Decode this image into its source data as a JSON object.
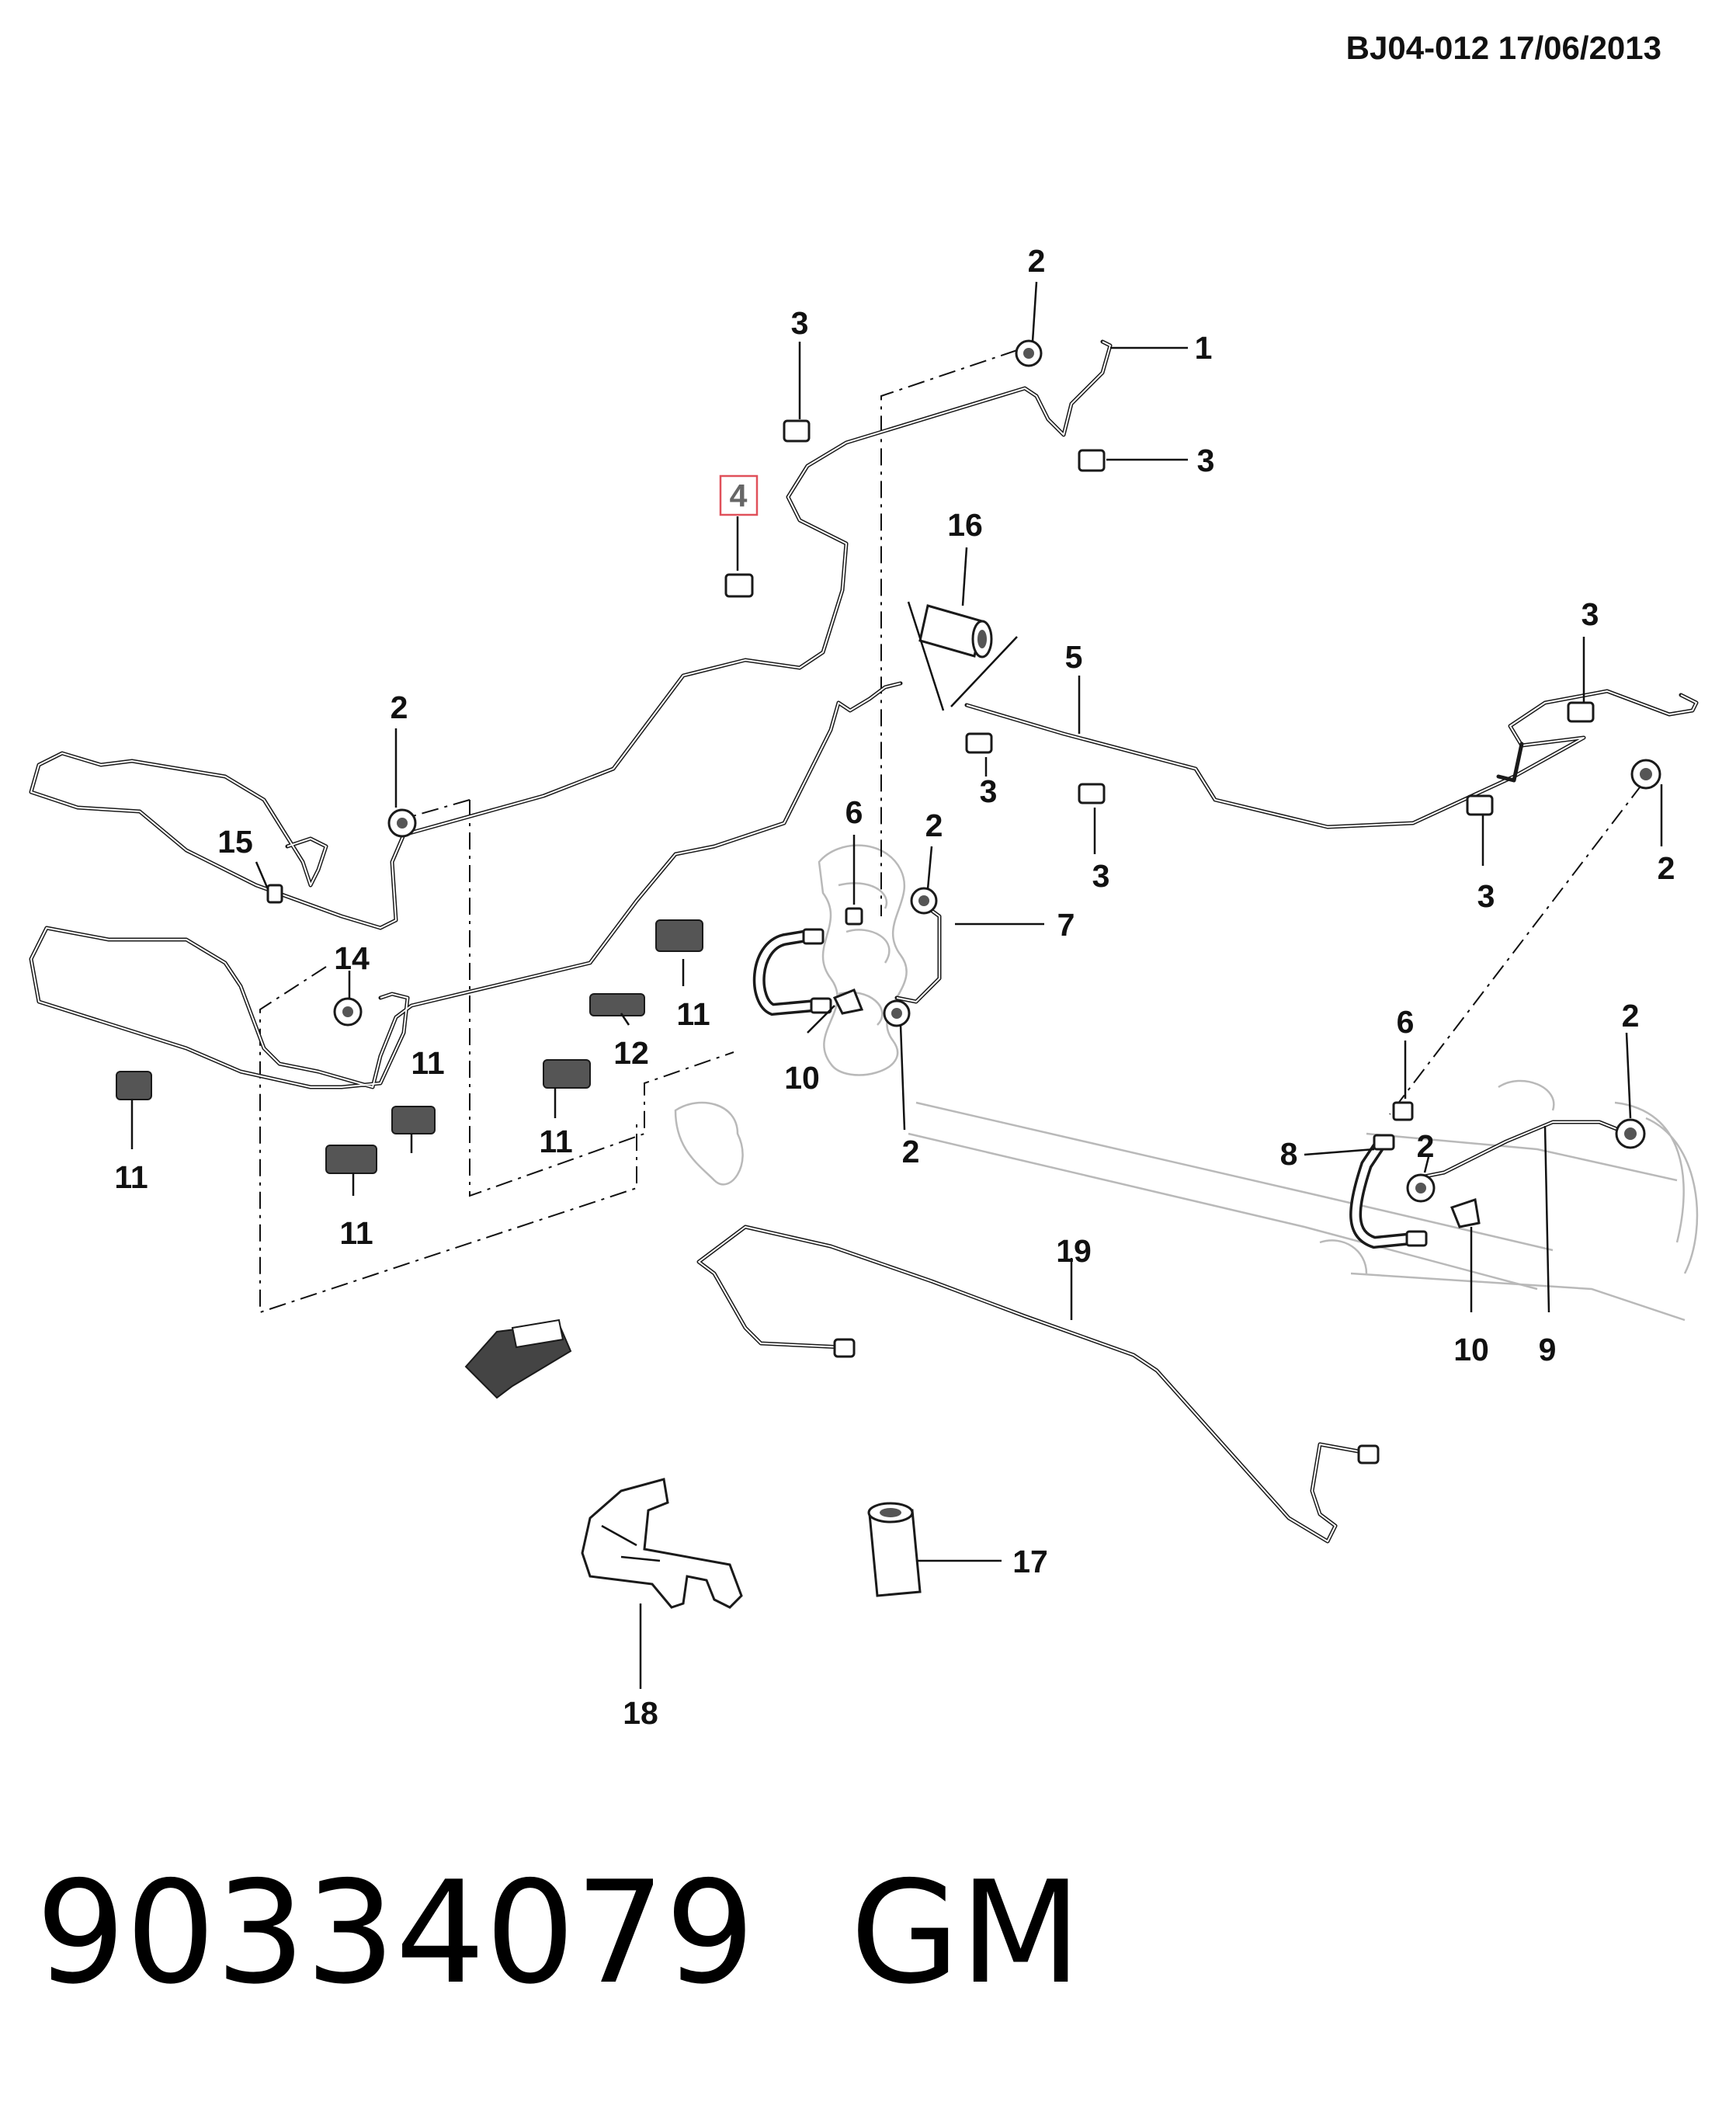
{
  "header": {
    "ref": "BJ04-012  17/06/2013"
  },
  "footer": {
    "part_number": "90334079",
    "brand": "GM"
  },
  "callouts": {
    "c1": "1",
    "c2a": "2",
    "c2b": "2",
    "c2c": "2",
    "c2d": "2",
    "c2e": "2",
    "c2f": "2",
    "c2g": "2",
    "c3a": "3",
    "c3b": "3",
    "c3c": "3",
    "c3d": "3",
    "c3e": "3",
    "c3f": "3",
    "c4": "4",
    "c5": "5",
    "c6a": "6",
    "c6b": "6",
    "c7": "7",
    "c8": "8",
    "c9": "9",
    "c10a": "10",
    "c10b": "10",
    "c11a": "11",
    "c11b": "11",
    "c11c": "11",
    "c11d": "11",
    "c11e": "11",
    "c12": "12",
    "c14": "14",
    "c15": "15",
    "c16": "16",
    "c17": "17",
    "c18": "18",
    "c19": "19"
  },
  "highlight": {
    "callout": "4",
    "color": "#e0505a"
  }
}
